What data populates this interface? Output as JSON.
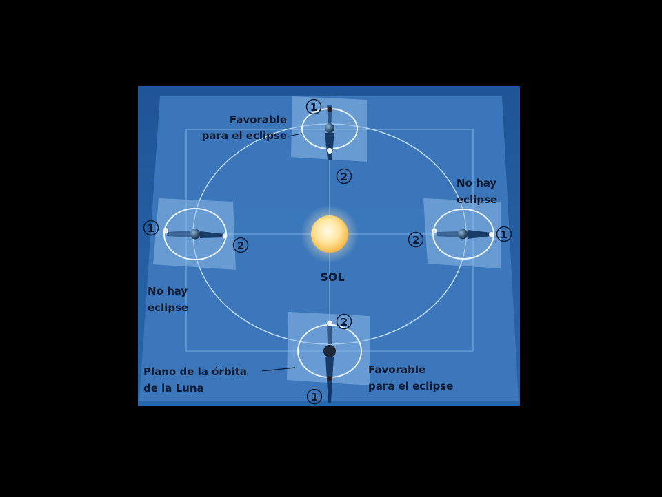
{
  "labels": {
    "sun": "SOL",
    "top_favorable_line1": "Favorable",
    "top_favorable_line2": "para el eclipse",
    "bottom_favorable_line1": "Favorable",
    "bottom_favorable_line2": "para el eclipse",
    "right_no_eclipse_line1": "No hay",
    "right_no_eclipse_line2": "eclipse",
    "left_no_eclipse_line1": "No hay",
    "left_no_eclipse_line2": "eclipse",
    "moon_orbit_plane_line1": "Plano de la órbita",
    "moon_orbit_plane_line2": "de la Luna"
  },
  "position_markers": {
    "top_1": "1",
    "top_2": "2",
    "right_1": "1",
    "right_2": "2",
    "bottom_1": "1",
    "bottom_2": "2",
    "left_1": "1",
    "left_2": "2"
  },
  "colors": {
    "background": "#000000",
    "space": "#235a9a",
    "ecliptic_plane": "#3f7cc2",
    "moon_orbit_plane": "#8cb9e6",
    "orbit_line": "#cfe6ff",
    "sun": "#ffe9a0",
    "label_text": "#0d1a30"
  }
}
